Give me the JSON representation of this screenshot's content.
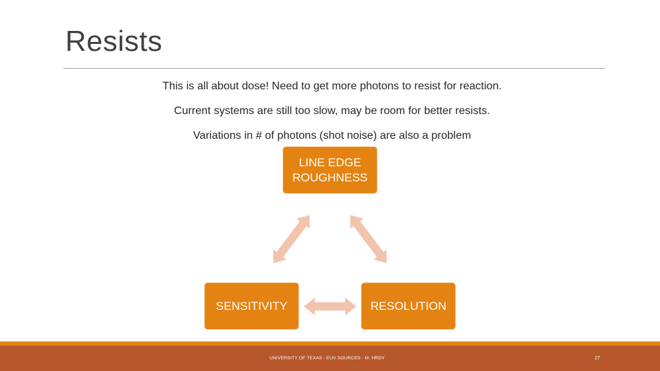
{
  "slide": {
    "title": "Resists",
    "bullets": [
      "This is all about dose! Need to get more photons to resist for reaction.",
      "Current systems are still too slow, may be room for better resists.",
      "Variations in # of photons (shot noise) are also a problem"
    ],
    "diagram": {
      "top_node": [
        "LINE EDGE",
        "ROUGHNESS"
      ],
      "left_node": "SENSITIVITY",
      "right_node": "RESOLUTION"
    },
    "footer": {
      "text": "UNIVERSITY OF TEXAS - EUV SOURCES - M. HRDY",
      "page_number": "27"
    }
  },
  "colors": {
    "node_fill": "#e48312",
    "arrow_fill": "#f2c4ad",
    "footer_band": "#b7572c",
    "footer_strip": "#e48312",
    "title_text": "#404040"
  }
}
